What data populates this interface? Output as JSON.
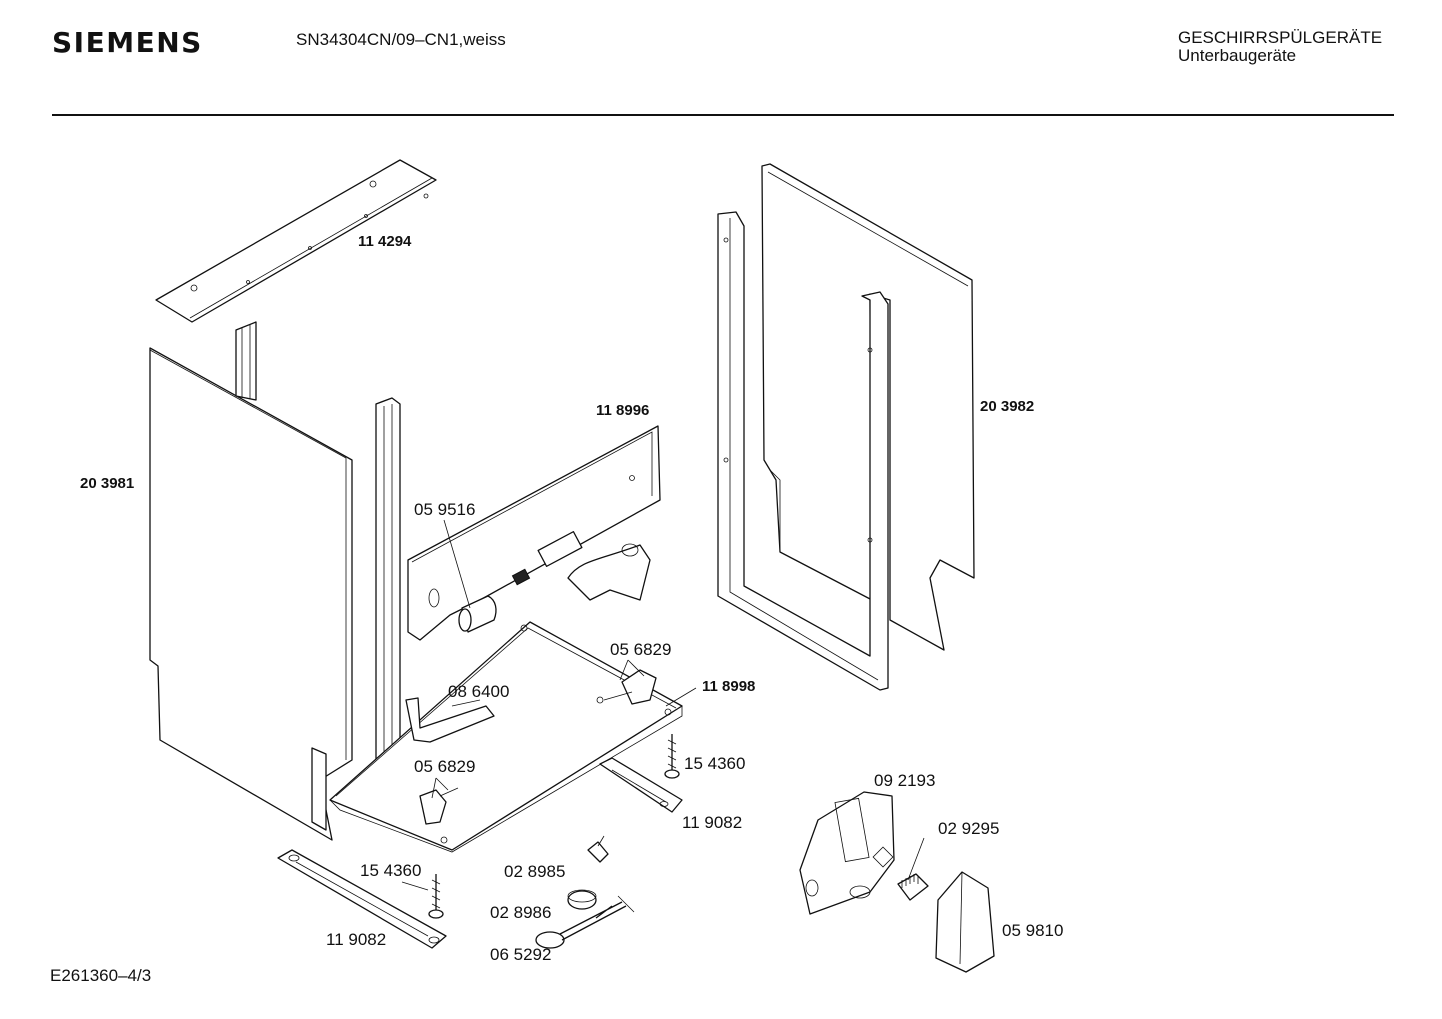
{
  "header": {
    "brand": "SIEMENS",
    "model": "SN34304CN/09–CN1,weiss",
    "category_line1": "GESCHIRRSPÜLGERÄTE",
    "category_line2": "Unterbaugeräte"
  },
  "footer": {
    "document_ref": "E261360–4/3"
  },
  "parts": [
    {
      "number": "11 4294"
    },
    {
      "number": "20 3981"
    },
    {
      "number": "11 8996"
    },
    {
      "number": "20 3982"
    },
    {
      "number": "05 9516"
    },
    {
      "number": "05 6829"
    },
    {
      "number": "11 8998"
    },
    {
      "number": "08 6400"
    },
    {
      "number": "15 4360"
    },
    {
      "number": "05 6829"
    },
    {
      "number": "11 9082"
    },
    {
      "number": "09 2193"
    },
    {
      "number": "02 9295"
    },
    {
      "number": "15 4360"
    },
    {
      "number": "02 8985"
    },
    {
      "number": "02 8986"
    },
    {
      "number": "11 9082"
    },
    {
      "number": "06 5292"
    },
    {
      "number": "05 9810"
    }
  ]
}
